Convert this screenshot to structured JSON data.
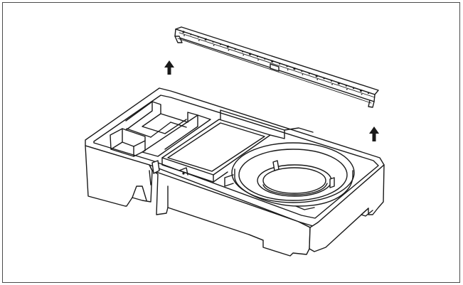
{
  "figure": {
    "kind": "assembly-illustration",
    "border_color": "#4a4a4a",
    "line_color": "#1a1a1a",
    "background": "#ffffff",
    "components": [
      "bracket-rail",
      "foam-packaging-tray",
      "up-arrow-left",
      "up-arrow-right"
    ]
  }
}
